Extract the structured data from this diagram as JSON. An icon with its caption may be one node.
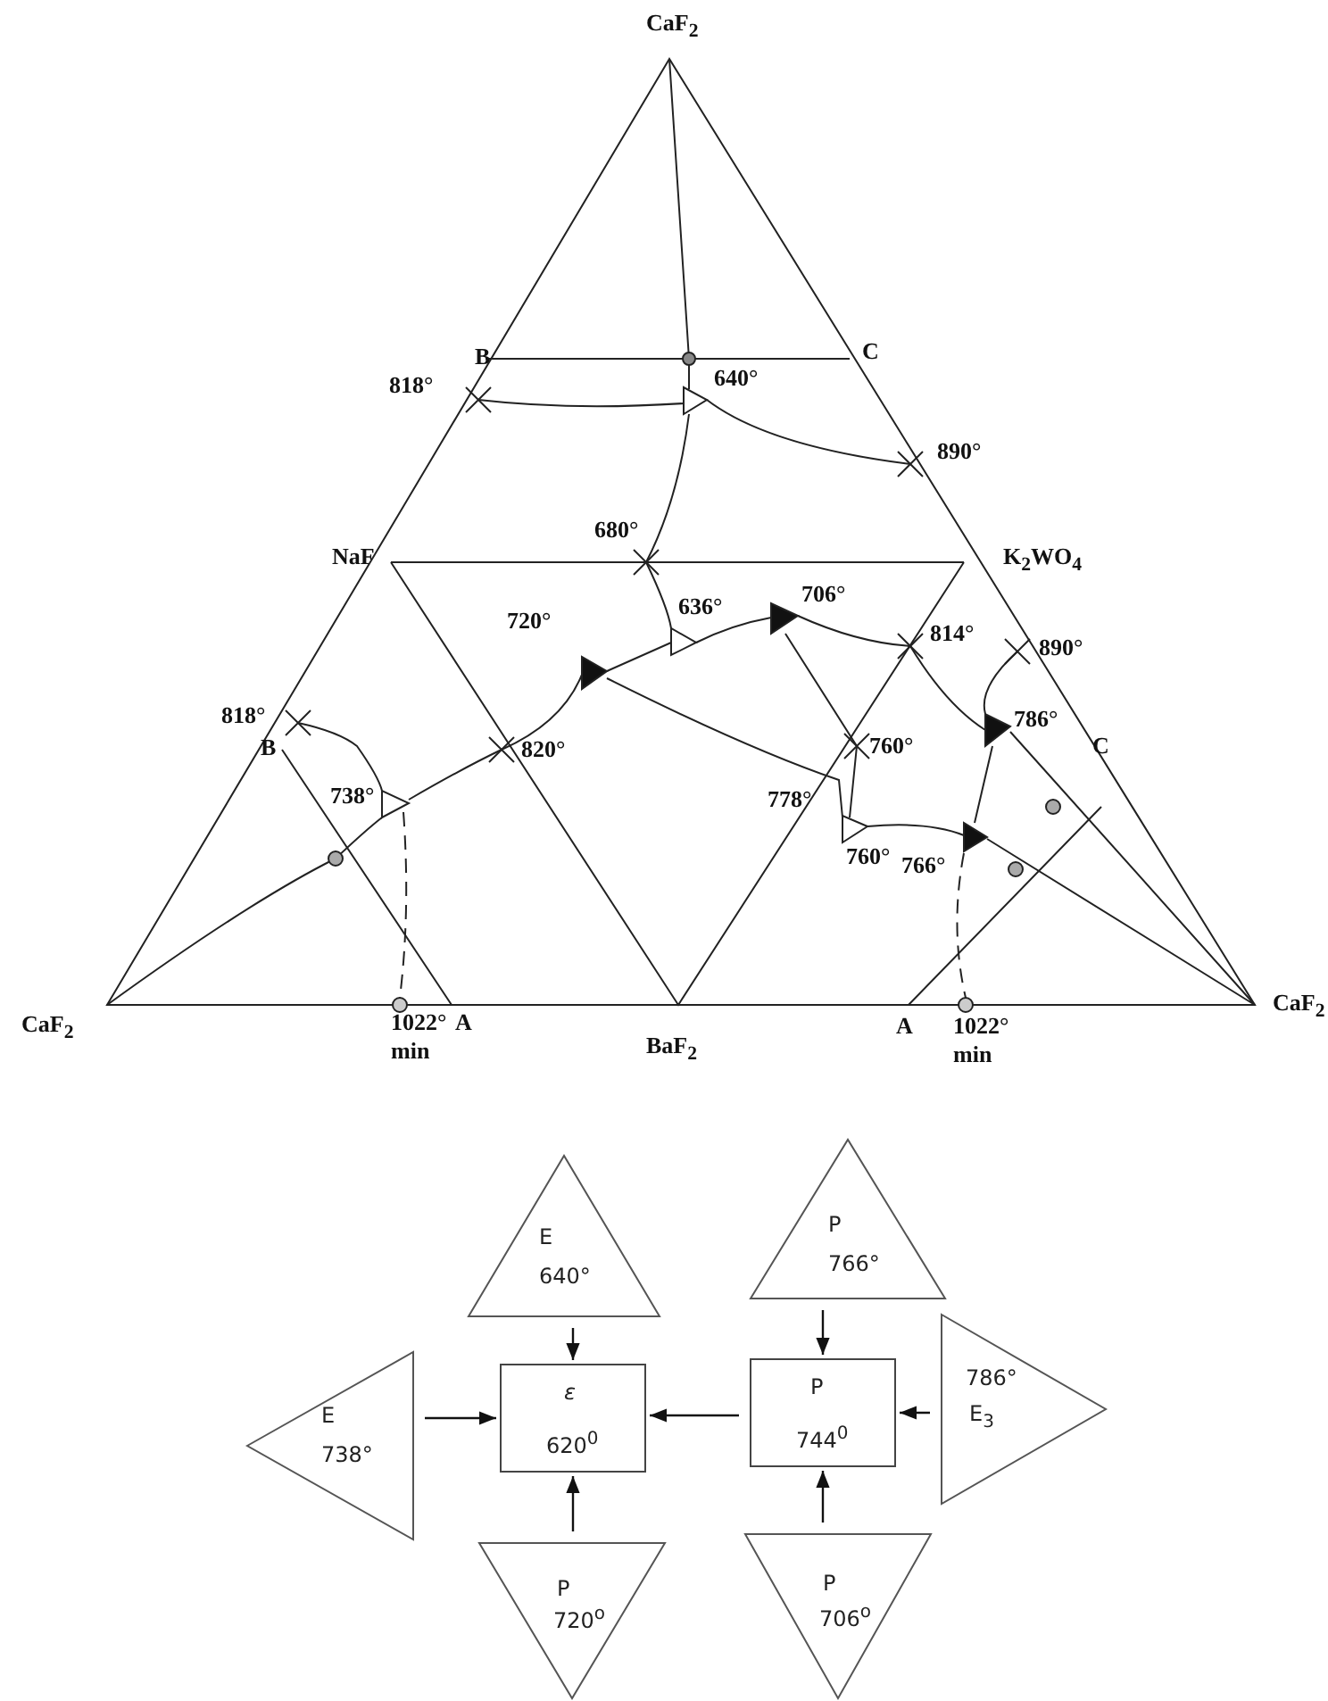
{
  "diagram": {
    "nodes": [
      {
        "text": [
          "E",
          "640°"
        ]
      },
      {
        "text": [
          "P",
          "766°"
        ]
      },
      {
        "text": [
          "E",
          "738°"
        ]
      },
      {
        "text": [
          "ε",
          "620$^{0}$"
        ]
      },
      {
        "text": [
          "P",
          "744$^{0}$"
        ]
      },
      {
        "text": [
          "786°",
          "E$_{3}$"
        ]
      },
      {
        "text": [
          "P",
          "720$^{o}$"
        ]
      },
      {
        "text": [
          "P",
          "706$^{o}$"
        ]
      }
    ],
    "edges": [
      {
        "from": 0,
        "to": 3,
        "arrow": "to"
      },
      {
        "from": 2,
        "to": 3,
        "arrow": "to"
      },
      {
        "from": 6,
        "to": 3,
        "arrow": "to"
      },
      {
        "from": 4,
        "to": 3,
        "arrow": "to"
      },
      {
        "from": 1,
        "to": 4,
        "arrow": "to"
      },
      {
        "from": 5,
        "to": 4,
        "arrow": "to"
      },
      {
        "from": 7,
        "to": 4,
        "arrow": "to"
      }
    ],
    "labels": [
      "CaF$_{2}$",
      "818°",
      "B",
      "640°",
      "C",
      "890°",
      "680°",
      "NaF",
      "K$_{2}$WO$_{4}$",
      "720°",
      "636°",
      "706°",
      "814°",
      "890°",
      "818°",
      "B",
      "738°",
      "820°",
      "760°",
      "786°",
      "C",
      "778°",
      "760°",
      "766°",
      "CaF$_{2}$",
      "1022°",
      "A",
      "min",
      "BaF$_{2}$",
      "A",
      "1022°",
      "min",
      "CaF$_{2}$"
    ]
  }
}
